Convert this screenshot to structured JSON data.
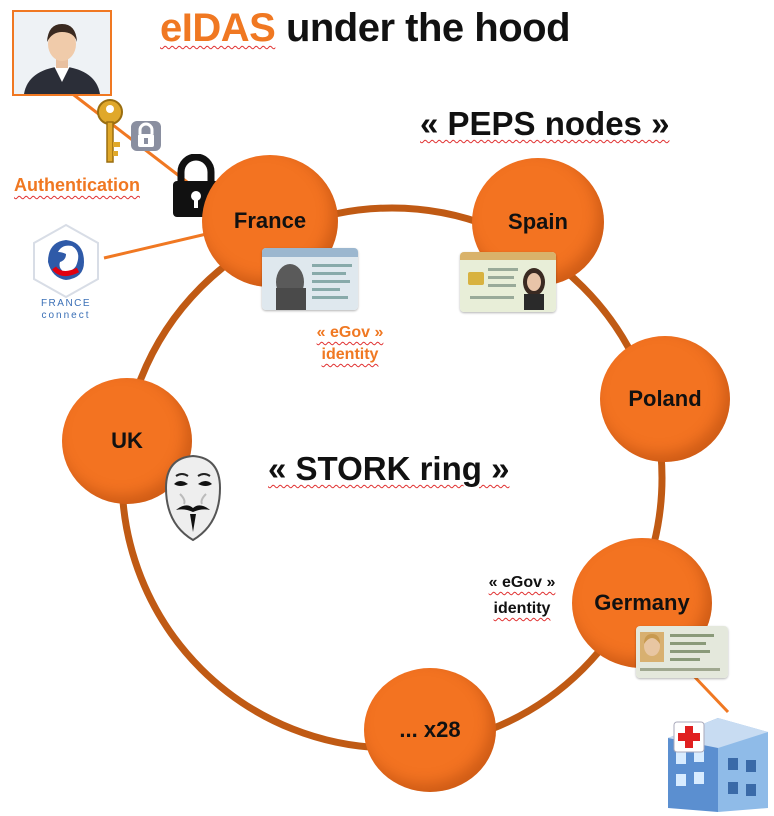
{
  "title": {
    "highlight": "eIDAS",
    "rest": "under the hood"
  },
  "subtitle": "« PEPS nodes »",
  "center_label": "« STORK ring »",
  "authentication_label": "Authentication",
  "egov_france": {
    "line1": "« eGov »",
    "line2": "identity"
  },
  "egov_germany": {
    "line1": "« eGov »",
    "line2": "identity"
  },
  "nodes": {
    "france": "France",
    "spain": "Spain",
    "poland": "Poland",
    "uk": "UK",
    "germany": "Germany",
    "more": "... x28"
  },
  "franceconnect": {
    "line1": "FRANCE",
    "line2": "connect"
  },
  "colors": {
    "accent": "#f37321",
    "ring": "#c05a14",
    "text": "#111111"
  },
  "icons": [
    "user-avatar",
    "key-icon",
    "badge-lock-icon",
    "padlock-icon",
    "franceconnect-logo",
    "id-card-icon",
    "anonymous-mask-icon",
    "hospital-icon"
  ]
}
